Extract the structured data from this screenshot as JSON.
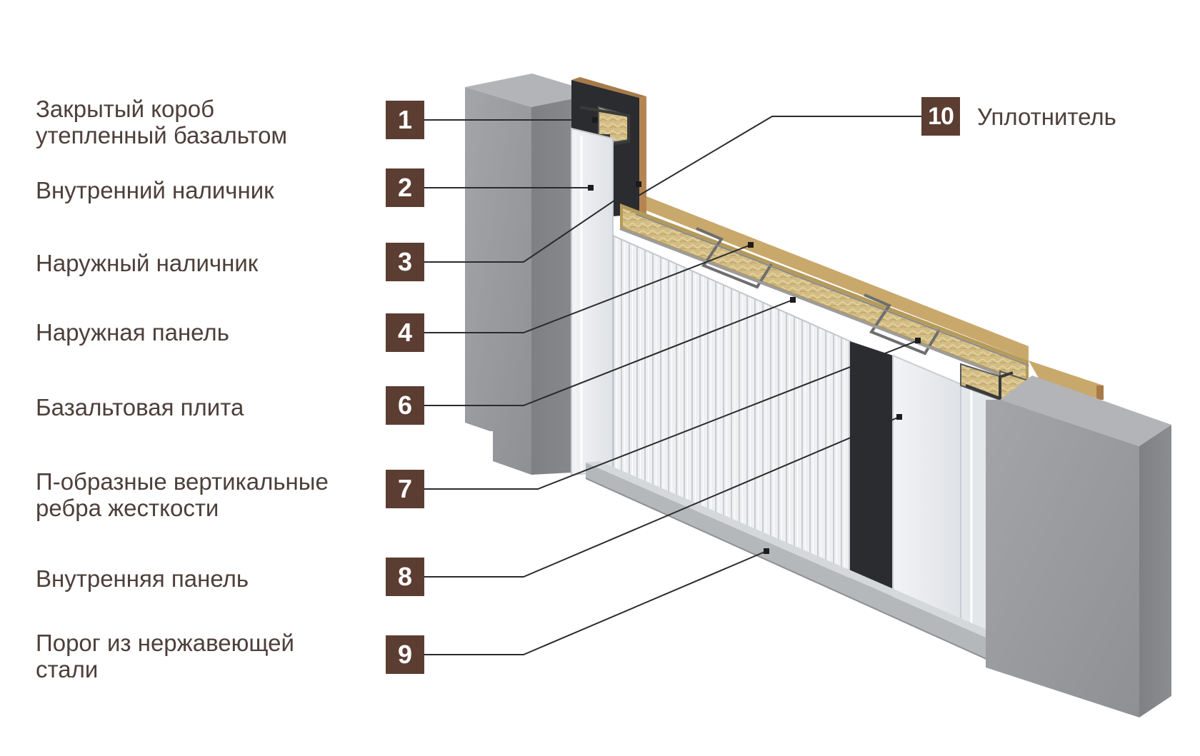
{
  "labels": {
    "l1": [
      "Закрытый короб",
      "утепленный базальтом"
    ],
    "l2": [
      "Внутренний наличник"
    ],
    "l3": [
      "Наружный наличник"
    ],
    "l4": [
      "Наружная панель"
    ],
    "l6": [
      "Базальтовая плита"
    ],
    "l7": [
      "П-образные вертикальные",
      "ребра жесткости"
    ],
    "l8": [
      "Внутренняя панель"
    ],
    "l9": [
      "Порог из нержавеющей",
      "стали"
    ],
    "l10": [
      "Уплотнитель"
    ]
  },
  "badges": {
    "b1": "1",
    "b2": "2",
    "b3": "3",
    "b4": "4",
    "b6": "6",
    "b7": "7",
    "b8": "8",
    "b9": "9",
    "b10": "10"
  },
  "colors": {
    "badge": "#5c3d32",
    "label_text": "#4d3f3a",
    "leader_line": "#2b2b2b",
    "concrete": "#9a9c9f",
    "insulation": "#cdb67a",
    "panel": "#eceef0",
    "dark_strip": "#2a2c30",
    "wood_edge": "#a77a48"
  }
}
